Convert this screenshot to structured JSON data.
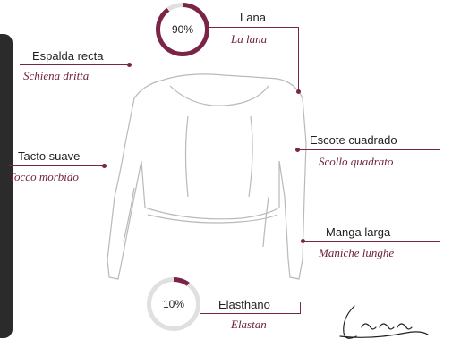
{
  "badges": {
    "wool_percent": "90%",
    "elastane_percent": "10%"
  },
  "labels": {
    "lana": {
      "es": "Lana",
      "it": "La lana"
    },
    "espalda": {
      "es": "Espalda recta",
      "it": "Schiena dritta"
    },
    "tacto": {
      "es": "Tacto suave",
      "it": "Tocco morbido"
    },
    "escote": {
      "es": "Escote cuadrado",
      "it": "Scollo quadrato"
    },
    "manga": {
      "es": "Manga larga",
      "it": "Maniche lunghe"
    },
    "elasthano": {
      "es": "Elasthano",
      "it": "Elastan"
    }
  },
  "composition": [
    {
      "fiber": "Lana",
      "fraction": 0.9
    },
    {
      "fiber": "Elasthano",
      "fraction": 0.1
    }
  ],
  "signature": "Lanea",
  "colors": {
    "accent": "#7a2447",
    "text": "#1f1f1f",
    "sidebar": "#2b2b2b",
    "ring_track": "#e0e0e0"
  }
}
